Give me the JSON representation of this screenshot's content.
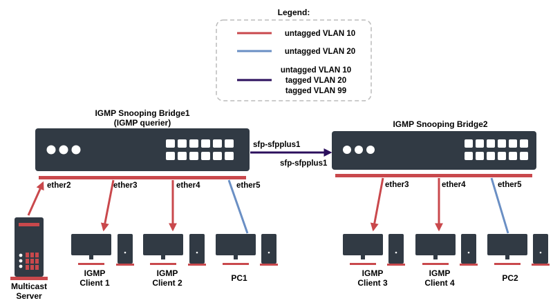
{
  "colors": {
    "vlan10": "#c9484c",
    "vlan20": "#6a8fc4",
    "trunk": "#2b0f5c",
    "device": "#313a44",
    "legend_border": "#bbbbbb"
  },
  "legend": {
    "title": "Legend:",
    "entries": [
      {
        "lines": [
          "untagged VLAN 10"
        ],
        "color_key": "vlan10"
      },
      {
        "lines": [
          "untagged VLAN 20"
        ],
        "color_key": "vlan20"
      },
      {
        "lines": [
          "untagged VLAN 10",
          "tagged VLAN 20",
          "tagged VLAN 99"
        ],
        "color_key": "trunk"
      }
    ]
  },
  "bridge1": {
    "title_line1": "IGMP Snooping Bridge1",
    "title_line2": "(IGMP querier)",
    "ports": [
      "ether2",
      "ether3",
      "ether4",
      "ether5"
    ]
  },
  "bridge2": {
    "title": "IGMP Snooping Bridge2",
    "ports": [
      "ether3",
      "ether4",
      "ether5"
    ]
  },
  "uplink": {
    "label_b1": "sfp-sfpplus1",
    "label_b2": "sfp-sfpplus1"
  },
  "devices": {
    "server": {
      "line1": "Multicast",
      "line2": "Server"
    },
    "client1": {
      "line1": "IGMP",
      "line2": "Client 1"
    },
    "client2": {
      "line1": "IGMP",
      "line2": "Client 2"
    },
    "pc1": {
      "line1": "PC1"
    },
    "client3": {
      "line1": "IGMP",
      "line2": "Client 3"
    },
    "client4": {
      "line1": "IGMP",
      "line2": "Client 4"
    },
    "pc2": {
      "line1": "PC2"
    }
  }
}
